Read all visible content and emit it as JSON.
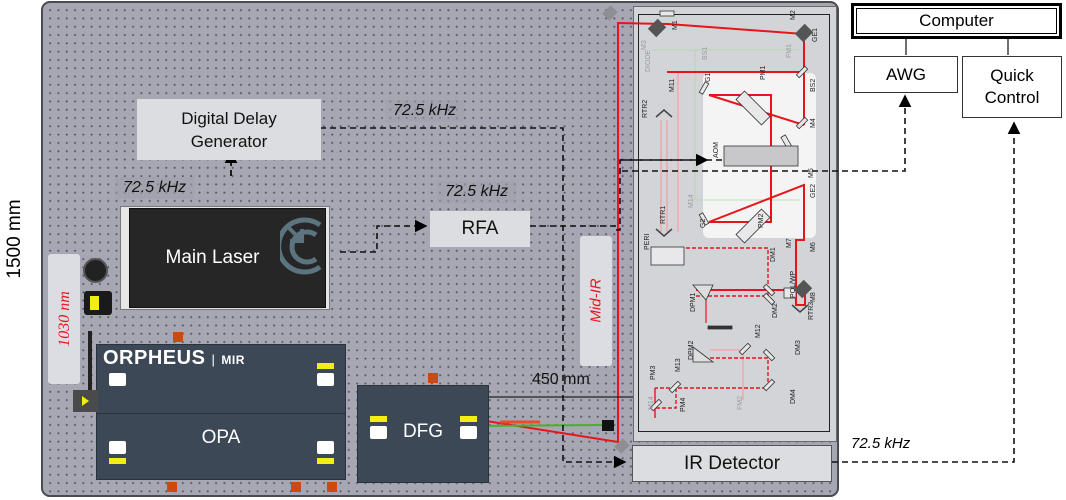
{
  "diagram": {
    "dimension_label": "1500 mm",
    "table_distance_label": "450 mm",
    "boxes": {
      "digital_delay_generator": "Digital Delay Generator",
      "main_laser": "Main Laser",
      "rfa": "RFA",
      "opa": "OPA",
      "orpheus_brand": "ORPHEUS",
      "orpheus_suffix": "MIR",
      "dfg": "DFG",
      "ir_detector": "IR Detector",
      "computer": "Computer",
      "awg": "AWG",
      "quick_control": "Quick Control"
    },
    "frequency_labels": {
      "ddg_to_bench": "72.5 kHz",
      "laser_to_ddg": "72.5 kHz",
      "laser_to_rfa": "72.5 kHz",
      "detector_to_qc": "72.5 kHz"
    },
    "beam_labels": {
      "pump": "1030 nm",
      "mid_ir": "Mid-IR"
    },
    "optics_labels": [
      "M1",
      "M2",
      "M3",
      "BS1",
      "GE1",
      "FM1",
      "DIODE",
      "M11",
      "G1",
      "PM1",
      "BS2",
      "RTR2",
      "M4",
      "AOM",
      "M5",
      "M14",
      "GE2",
      "G2",
      "PM2",
      "RTR1",
      "M7",
      "M6",
      "DM1",
      "PERI",
      "POL/WP",
      "M8",
      "DPM1",
      "DM2",
      "RTR3",
      "M12",
      "DM3",
      "DPM2",
      "PM3",
      "M13",
      "FM2",
      "DM4",
      "M14",
      "PM4"
    ],
    "colors": {
      "beam_red": "#e8141c",
      "beam_red_light": "#f5a0a0",
      "beam_green": "#4caf2a",
      "table_bg": "#a7a7b4",
      "device_dark": "#3c4856",
      "laser_dark": "#262626",
      "accent_yellow": "#f2ee12",
      "connector_orange": "#cc4a12"
    }
  }
}
